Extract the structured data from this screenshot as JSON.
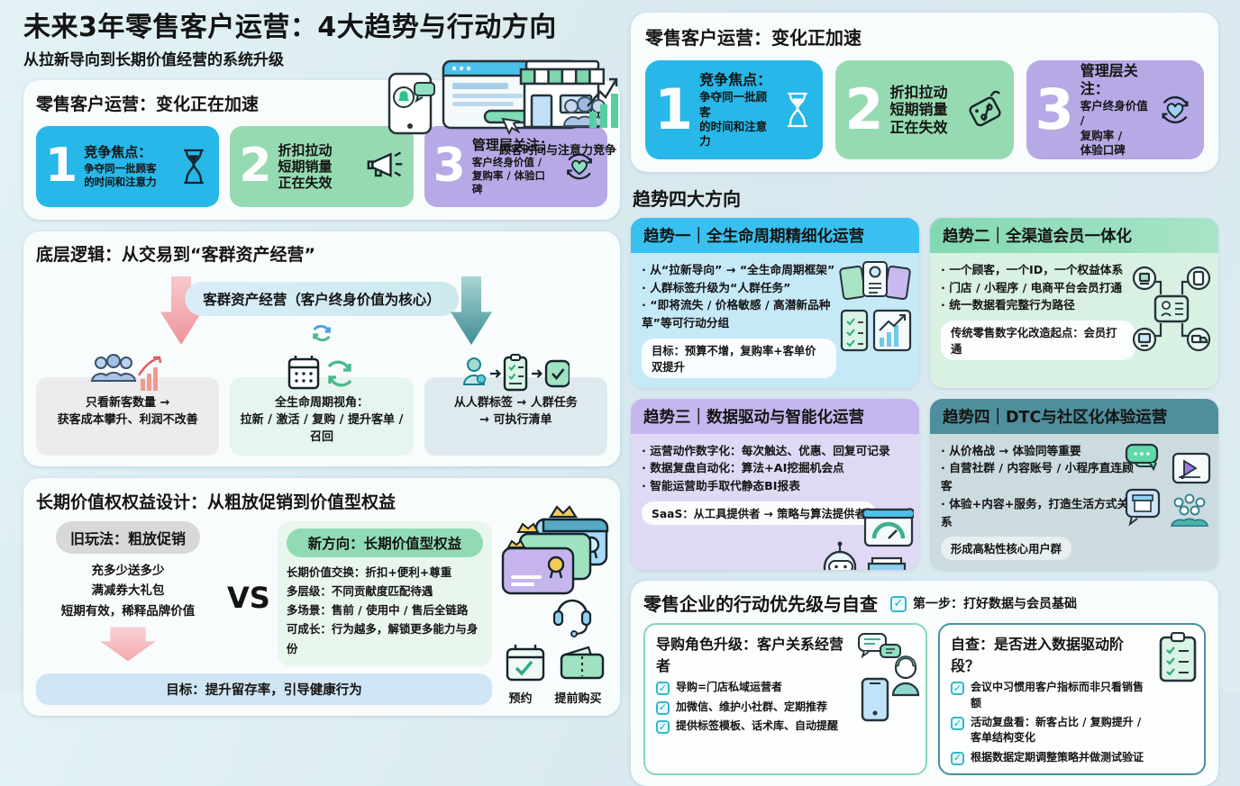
{
  "page": {
    "title": "未来3年零售客户运营：4大趋势与行动方向",
    "subtitle": "从拉新导向到长期价值经营的系统升级",
    "illustration_caption": "顾客时间与注意力竞争"
  },
  "panel_a": {
    "title": "零售客户运营：变化正在加速",
    "items": [
      {
        "num": "1",
        "title": "竞争焦点：",
        "desc": "争夺同一批顾客\n的时间和注意力"
      },
      {
        "num": "2",
        "title": "折扣拉动\n短期销量\n正在失效",
        "desc": ""
      },
      {
        "num": "3",
        "title": "管理层关注：",
        "desc": "客户终身价值 /\n复购率 / 体验口碑"
      }
    ]
  },
  "panel_b": {
    "title": "底层逻辑：从交易到“客群资产经营”",
    "center_pill": "客群资产经营（客户终身价值为核心）",
    "boxes": [
      {
        "head": "",
        "text": "只看新客数量 →\n获客成本攀升、利润不改善"
      },
      {
        "head": "全生命周期视角：",
        "text": "拉新 / 激活 / 复购 / 提升客单 / 召回"
      },
      {
        "head": "",
        "text": "从人群标签 → 人群任务\n→ 可执行清单"
      }
    ]
  },
  "panel_c": {
    "title": "长期价值权权益设计：从粗放促销到价值型权益",
    "vs": "VS",
    "old": {
      "label": "旧玩法：粗放促销",
      "items": [
        "充多少送多少",
        "满减券大礼包",
        "短期有效，稀释品牌价值"
      ]
    },
    "new": {
      "label": "新方向：长期价值型权益",
      "items": [
        "长期价值交换：折扣+便利+尊重",
        "多层级：不同贡献度匹配待遇",
        "多场景：售前 / 使用中 / 售后全链路",
        "可成长：行为越多，解锁更多能力与身份"
      ]
    },
    "goal": "目标：提升留存率，引导健康行为",
    "labels": {
      "reserve": "预约",
      "prebuy": "提前购买"
    }
  },
  "panel_d": {
    "title": "零售客户运营：变化正加速",
    "items": [
      {
        "num": "1",
        "title": "竞争焦点：",
        "desc": "争夺同一批顾客\n的时间和注意力"
      },
      {
        "num": "2",
        "title": "折扣拉动\n短期销量\n正在失效",
        "desc": ""
      },
      {
        "num": "3",
        "title": "管理层关注：",
        "desc": "客户终身价值 /\n复购率 /\n体验口碑"
      }
    ]
  },
  "trends": {
    "title": "趋势四大方向",
    "cards": [
      {
        "header": "趋势一｜全生命周期精细化运营",
        "bullets": [
          "从“拉新导向” → “全生命周期框架”",
          "人群标签升级为“人群任务”",
          "“即将流失 / 价格敏感 / 高潜新品种草”等可行动分组"
        ],
        "pill": "目标：预算不增，复购率+客单价双提升"
      },
      {
        "header": "趋势二｜全渠道会员一体化",
        "bullets": [
          "一个顾客，一个ID，一个权益体系",
          "门店 / 小程序 / 电商平台会员打通",
          "统一数据看完整行为路径"
        ],
        "pill": "传统零售数字化改造起点：会员打通"
      },
      {
        "header": "趋势三｜数据驱动与智能化运营",
        "bullets": [
          "运营动作数字化：每次触达、优惠、回复可记录",
          "数据复盘自动化：算法+AI挖掘机会点",
          "智能运营助手取代静态BI报表"
        ],
        "pill": "SaaS：从工具提供者 → 策略与算法提供者"
      },
      {
        "header": "趋势四｜DTC与社区化体验运营",
        "bullets": [
          "从价格战 → 体验同等重要",
          "自营社群 / 内容账号 / 小程序直连顾客",
          "体验+内容+服务，打造生活方式关系"
        ],
        "pill": "形成高粘性核心用户群"
      }
    ]
  },
  "panel_e": {
    "title": "零售企业的行动优先级与自查",
    "badge": "第一步：打好数据与会员基础",
    "cards": [
      {
        "title": "导购角色升级：客户关系经营者",
        "items": [
          "导购=门店私域运营者",
          "加微信、维护小社群、定期推荐",
          "提供标签模板、话术库、自动提醒"
        ]
      },
      {
        "title": "自查：是否进入数据驱动阶段？",
        "items": [
          "会议中习惯用客户指标而非只看销售额",
          "活动复盘看：新客占比 / 复购提升 / 客单结构变化",
          "根据数据定期调整策略并做测试验证"
        ]
      }
    ]
  },
  "colors": {
    "background": "#d9e9ee",
    "cyan": "#27b7e9",
    "green": "#96dab1",
    "purple": "#b7a9e6",
    "teal_dark": "#4f8e9b",
    "accent_pill": "#cfe5f4"
  }
}
